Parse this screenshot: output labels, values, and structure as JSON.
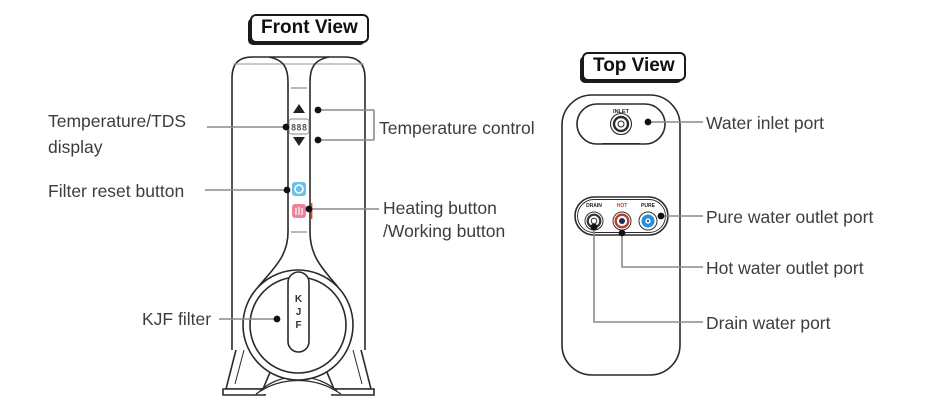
{
  "diagram": {
    "front_view": {
      "title": "Front View",
      "display_value": "888",
      "filter_letters": {
        "l1": "K",
        "l2": "J",
        "l3": "F"
      },
      "callouts": {
        "temp_display_line1": "Temperature/TDS",
        "temp_display_line2": "display",
        "filter_reset": "Filter reset button",
        "kjf_filter": "KJF filter",
        "temp_control": "Temperature control",
        "heating_line1": "Heating button",
        "heating_line2": "/Working button"
      }
    },
    "top_view": {
      "title": "Top View",
      "port_labels": {
        "inlet": "INLET",
        "drain": "DRAIN",
        "hot": "HOT",
        "pure": "PURE"
      },
      "callouts": {
        "water_inlet": "Water inlet port",
        "pure_outlet": "Pure water outlet port",
        "hot_outlet": "Hot water outlet port",
        "drain_water": "Drain water port"
      }
    },
    "colors": {
      "outline": "#2a2a2a",
      "leader_line": "#8a8a8a",
      "label_text": "#3d3d3d",
      "filter_reset_icon": "#6cc0e8",
      "heating_icon": "#ef8298",
      "heating_accent": "#d4502a",
      "hot_ring": "#c23b2a",
      "hot_label": "#d03a2a",
      "pure_fill": "#2b8fd8",
      "display_text": "#555555"
    }
  }
}
